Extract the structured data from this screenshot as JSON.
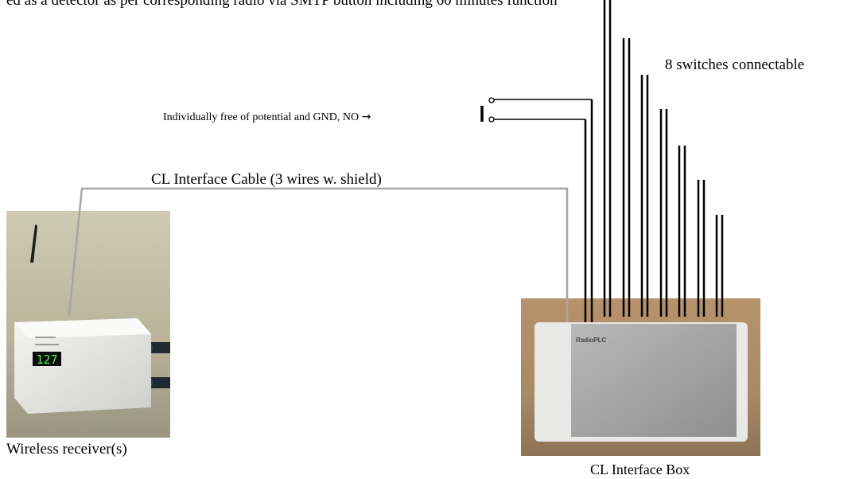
{
  "labels": {
    "top_text": "ed as a detector as per corresponding radio via SMTP button including 60 minutes function",
    "switches": "8 switches connectable",
    "potential": "Individually free of potential and GND, NO",
    "arrow": "→",
    "cable": "CL Interface Cable (3 wires w. shield)",
    "receiver": "Wireless receiver(s)",
    "interface_box": "CL Interface Box"
  },
  "receiver_display": {
    "value": "127"
  },
  "box_brand": {
    "text": "RadioPLC"
  },
  "colors": {
    "cable_gray": "#a6a6a6",
    "wire_black": "#000000",
    "receiver_bg": "#b9b49a",
    "box_bg": "#a88a66",
    "display_green": "#3cff3c"
  }
}
